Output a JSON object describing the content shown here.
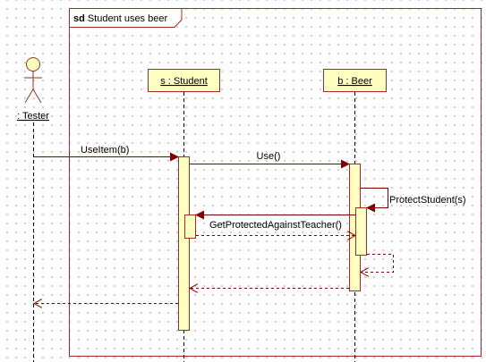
{
  "frame": {
    "keyword": "sd",
    "title": "Student uses beer"
  },
  "actor": {
    "label": ": Tester",
    "icon": "stick-figure-actor-icon"
  },
  "lifelines": [
    {
      "id": "student",
      "label": "s : Student"
    },
    {
      "id": "beer",
      "label": "b : Beer"
    }
  ],
  "messages": [
    {
      "id": "use-item",
      "label": "UseItem(b)",
      "type": "sync",
      "from": ": Tester",
      "to": "s : Student"
    },
    {
      "id": "use",
      "label": "Use()",
      "type": "sync",
      "from": "s : Student",
      "to": "b : Beer"
    },
    {
      "id": "protect-student",
      "label": "ProtectStudent(s)",
      "type": "self-sync",
      "from": "b : Beer",
      "to": "b : Beer"
    },
    {
      "id": "get-protected",
      "label": "GetProtectedAgainstTeacher()",
      "type": "sync",
      "from": "b : Beer",
      "to": "s : Student"
    }
  ],
  "colors": {
    "lifeline_fill": "#ffffc0",
    "lifeline_border": "#a52a2a",
    "message_line": "#800000",
    "frame_border": "#a52a2a",
    "actor_stroke": "#8b3a1a"
  }
}
